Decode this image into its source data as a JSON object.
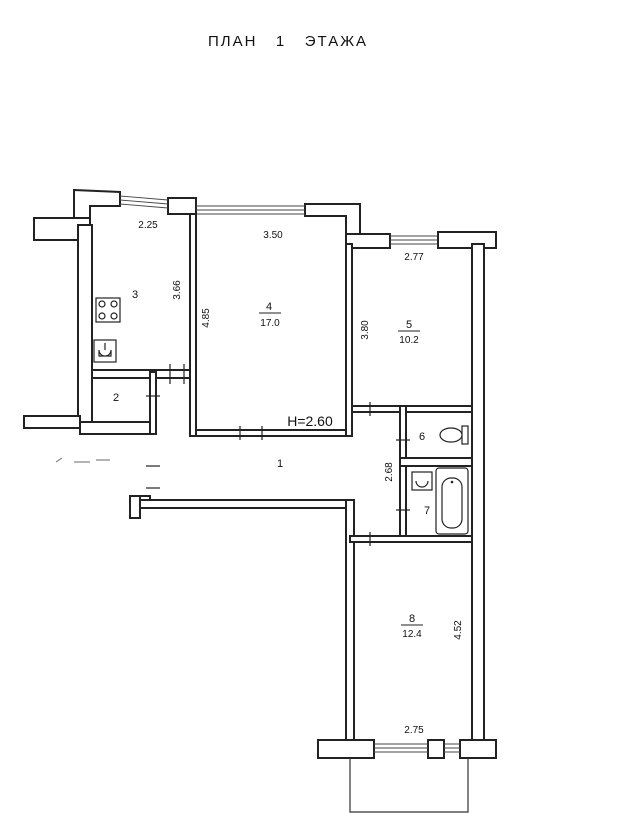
{
  "header": {
    "title": "ПЛАН   1   ЭТАЖА"
  },
  "height_label": "H=2.60",
  "rooms": [
    {
      "number": "1",
      "area": "",
      "width": "",
      "depth": ""
    },
    {
      "number": "2",
      "area": "",
      "width": "",
      "depth": ""
    },
    {
      "number": "3",
      "area": "",
      "width": "2.25",
      "depth": "3.66"
    },
    {
      "number": "4",
      "area": "17.0",
      "width": "3.50",
      "depth": "4.85"
    },
    {
      "number": "5",
      "area": "10.2",
      "width": "2.77",
      "depth": "3.80"
    },
    {
      "number": "6",
      "area": "",
      "width": "",
      "depth": ""
    },
    {
      "number": "7",
      "area": "",
      "width": "",
      "depth": "2.68"
    },
    {
      "number": "8",
      "area": "12.4",
      "width": "2.75",
      "depth": "4.52"
    }
  ],
  "fixtures": [
    "stove-icon",
    "sink-icon",
    "toilet-icon",
    "washbasin-icon",
    "bathtub-icon"
  ]
}
